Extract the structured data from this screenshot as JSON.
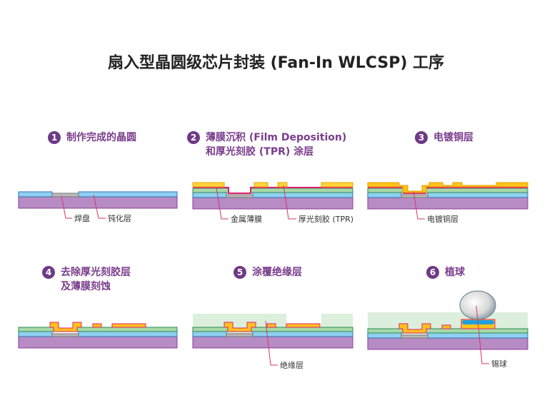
{
  "title": "扇入型晶圆级芯片封装 (Fan-In WLCSP) 工序",
  "steps": [
    {
      "num": "1",
      "line1": "制作完成的晶圆",
      "line2": "",
      "labels": [
        "焊盘",
        "钝化层"
      ]
    },
    {
      "num": "2",
      "line1": "薄膜沉积 (Film Deposition)",
      "line2": "和厚光刻胶 (TPR) 涂层",
      "labels": [
        "金属薄膜",
        "厚光刻胶 (TPR)"
      ]
    },
    {
      "num": "3",
      "line1": "电镀铜层",
      "line2": "",
      "labels": [
        "电镀铜层"
      ]
    },
    {
      "num": "4",
      "line1": "去除厚光刻胶层",
      "line2": "及薄膜刻蚀",
      "labels": []
    },
    {
      "num": "5",
      "line1": "涂覆绝缘层",
      "line2": "",
      "labels": [
        "绝缘层"
      ]
    },
    {
      "num": "6",
      "line1": "植球",
      "line2": "",
      "labels": [
        "锡球"
      ]
    }
  ],
  "colors": {
    "substrate": "#b78cc4",
    "substrate_border": "#8e3c98",
    "passivation": "#8fd0f0",
    "passivation_border": "#2f6fb5",
    "pad": "#b9b9b9",
    "film": "#a8d8a8",
    "film_border": "#2e8a5a",
    "metal": "#e0206e",
    "tpr": "#ffd23c",
    "copper": "#ffb300",
    "insulator": "#dcefdc",
    "accent": "#6e3a86",
    "leader": "#d6336c"
  }
}
